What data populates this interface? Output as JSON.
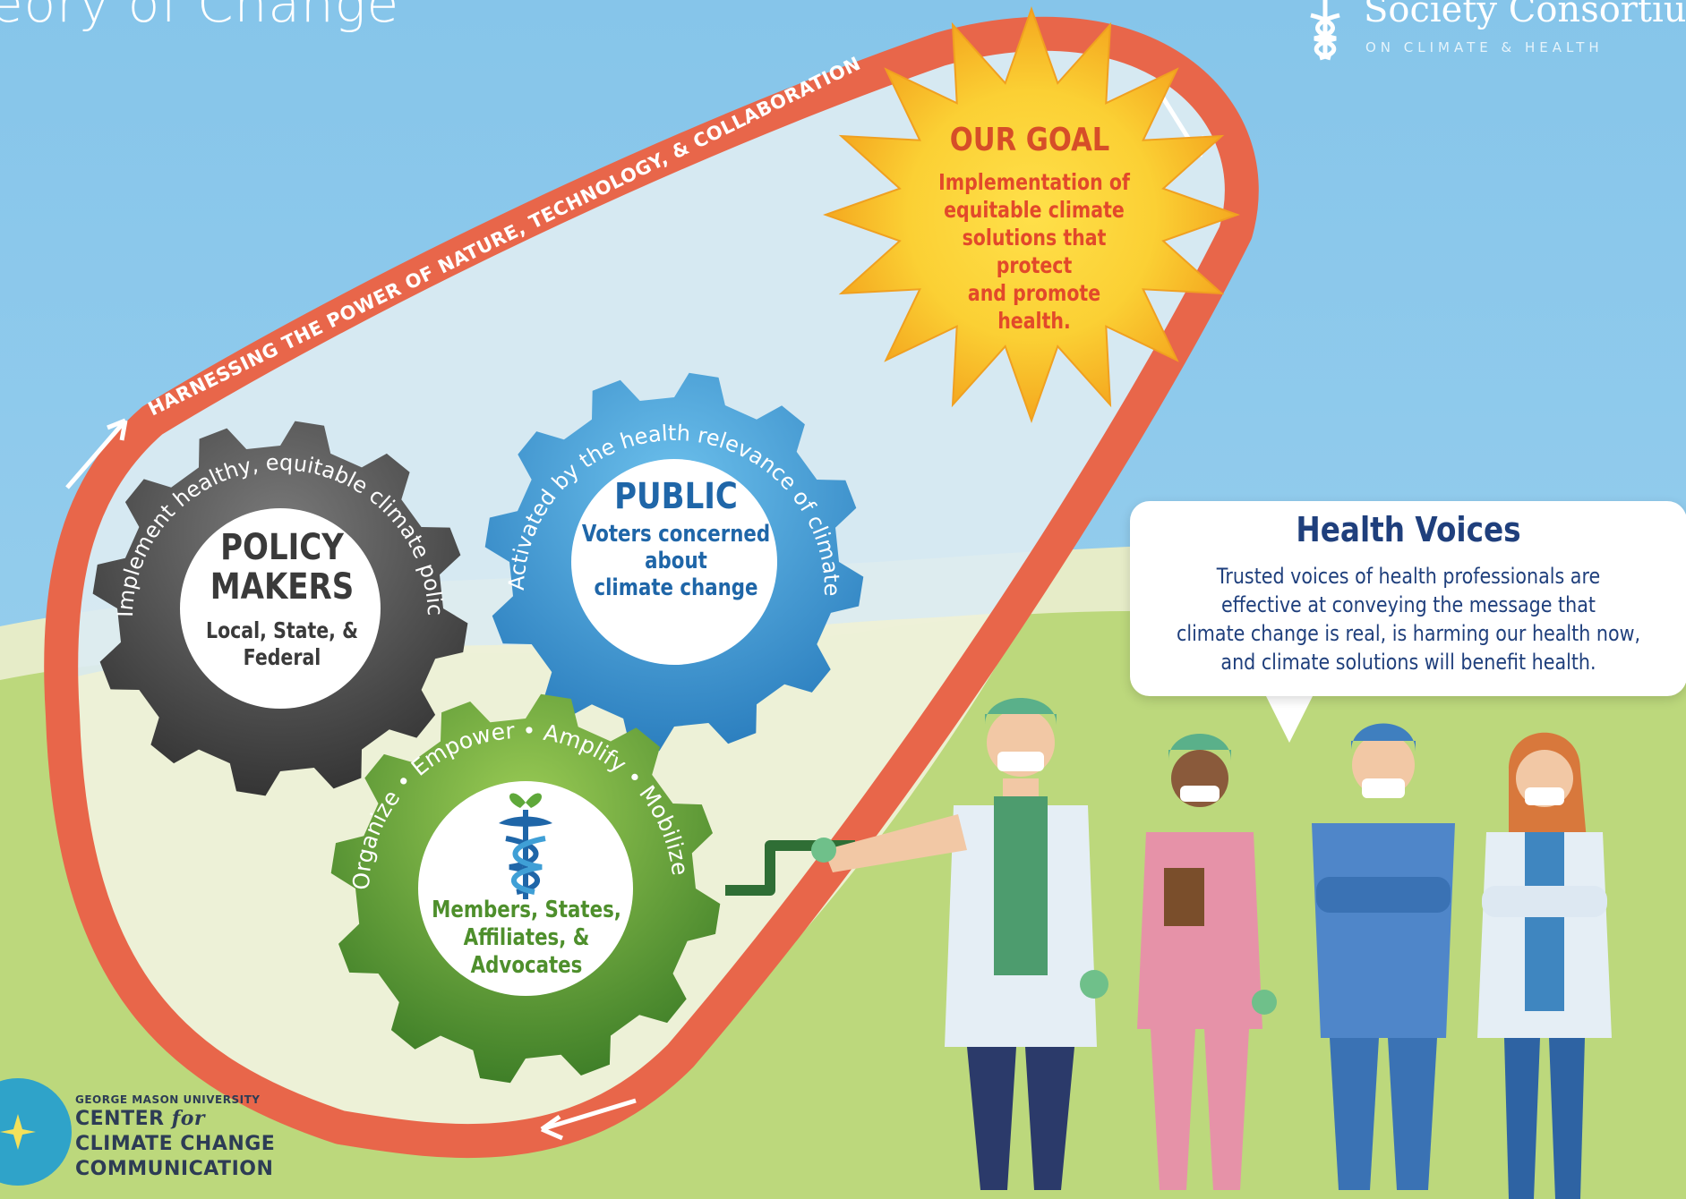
{
  "page": {
    "title_fragment": "eory of Change",
    "logo_org": "Society Consortium",
    "logo_sub": "ON CLIMATE & HEALTH"
  },
  "loop": {
    "arc_text": "HARNESSING THE POWER OF NATURE, TECHNOLOGY, & COLLABORATION",
    "color": "#e8664a"
  },
  "goal": {
    "title": "OUR GOAL",
    "lines": [
      "Implementation of",
      "equitable climate",
      "solutions that protect",
      "and promote",
      "health."
    ]
  },
  "gears": {
    "policy": {
      "ring_text": "Implement healthy, equitable climate policies",
      "title_lines": [
        "POLICY",
        "MAKERS"
      ],
      "sub_lines": [
        "Local, State, &",
        "Federal"
      ],
      "color": "#4a4a4a"
    },
    "public": {
      "ring_text": "Activated by the health relevance of climate change",
      "title": "PUBLIC",
      "sub_lines": [
        "Voters concerned",
        "about",
        "climate change"
      ],
      "color": "#3f9fd6"
    },
    "members": {
      "ring_text": "Organize • Empower • Amplify • Mobilize",
      "sub_lines": [
        "Members, States,",
        "Affiliates, &",
        "Advocates"
      ],
      "color": "#6fa83a"
    }
  },
  "bubble": {
    "title": "Health Voices",
    "lines": [
      "Trusted voices of health professionals are",
      "effective at conveying the message that",
      "climate change is real, is harming our health now,",
      "and climate solutions will benefit health."
    ]
  },
  "gmu": {
    "university": "GEORGE MASON UNIVERSITY",
    "center_word": "CENTER",
    "for_word": "for",
    "line2": "CLIMATE CHANGE",
    "line3": "COMMUNICATION"
  }
}
